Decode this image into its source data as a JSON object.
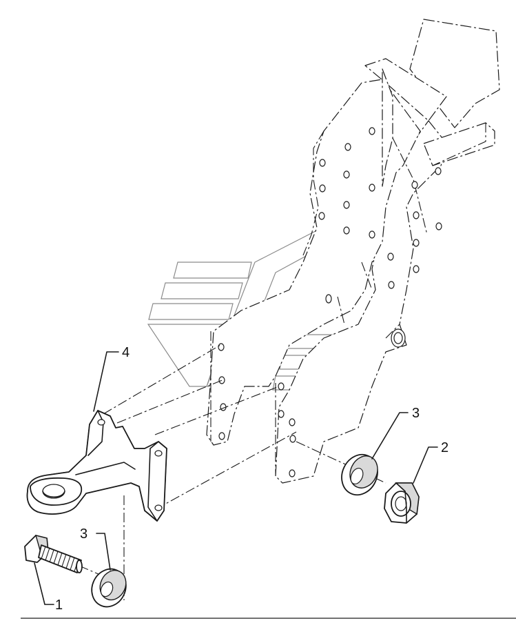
{
  "callouts": [
    {
      "id": "part-1",
      "number": "1"
    },
    {
      "id": "part-2",
      "number": "2"
    },
    {
      "id": "part-3-nut-side",
      "number": "3"
    },
    {
      "id": "part-3-bolt-side",
      "number": "3"
    },
    {
      "id": "part-4",
      "number": "4"
    }
  ]
}
